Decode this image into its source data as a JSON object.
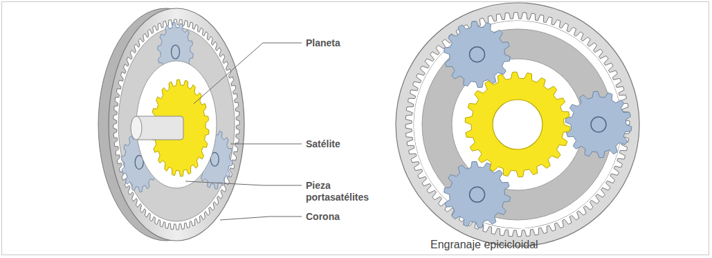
{
  "diagram": {
    "caption": "Engranaje epicicloidal",
    "labels": [
      "Planeta",
      "Satélite",
      "Pieza portasatélites",
      "Corona"
    ]
  }
}
